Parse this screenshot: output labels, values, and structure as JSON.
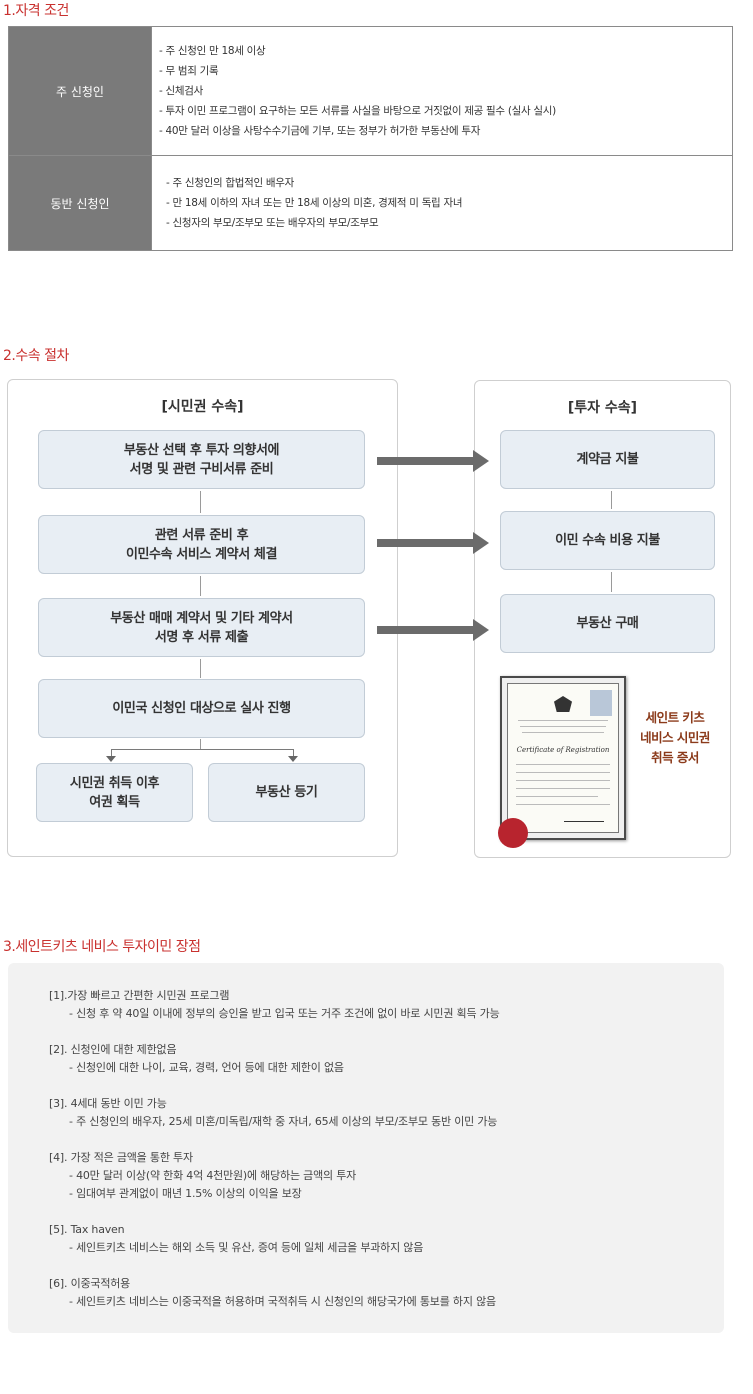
{
  "section1": {
    "title": "1.자격 조건",
    "rows": [
      {
        "label": "주 신청인",
        "lines": [
          "- 주 신청인 만 18세 이상",
          "- 무 범죄 기록",
          "- 신체검사",
          "- 투자 이민 프로그램이 요구하는 모든 서류를 사실을 바탕으로 거짓없이 제공 필수 (실사 실시)",
          "- 40만 달러 이상을 사탕수수기금에 기부, 또는 정부가 허가한 부동산에 투자"
        ]
      },
      {
        "label": "동반 신청인",
        "lines": [
          "- 주 신청인의 합법적인 배우자",
          "- 만 18세 이하의 자녀 또는 만 18세 이상의 미혼, 경제적 미 독립 자녀",
          "- 신청자의 부모/조부모 또는 배우자의 부모/조부모"
        ]
      }
    ]
  },
  "section2": {
    "title": "2.수속 절차",
    "left_title": "[시민권 수속]",
    "right_title": "[투자 수속]",
    "left_steps": [
      "부동산 선택 후 투자 의향서에\n서명 및 관련 구비서류 준비",
      "관련 서류 준비 후\n이민수속 서비스 계약서 체결",
      "부동산 매매 계약서 및 기타 계약서\n서명 후 서류 제출",
      "이민국 신청인 대상으로 실사 진행"
    ],
    "branch_left": "시민권 취득 이후\n여권 획득",
    "branch_right": "부동산 등기",
    "right_steps": [
      "계약금 지불",
      "이민 수속 비용 지불",
      "부동산 구매"
    ],
    "certificate_caption": "세인트 키츠\n네비스 시민권\n취득 증서",
    "certificate_title": "Certificate of Registration",
    "arrow_color": "#6b6b6b"
  },
  "section3": {
    "title": "3.세인트키츠 네비스 투자이민 장점",
    "items": [
      {
        "head": "[1].가장 빠르고 간편한 시민권 프로그램",
        "lines": [
          "- 신청 후 약 40일 이내에 정부의 승인을 받고 입국 또는 거주 조건에 없이 바로 시민권 획득 가능"
        ]
      },
      {
        "head": "[2]. 신청인에 대한 제한없음",
        "lines": [
          "- 신청인에 대한 나이, 교육, 경력, 언어 등에 대한 제한이 없음"
        ]
      },
      {
        "head": "[3]. 4세대 동반 이민 가능",
        "lines": [
          "- 주 신청인의 배우자, 25세 미혼/미독립/재학 중 자녀, 65세 이상의 부모/조부모 동반 이민 가능"
        ]
      },
      {
        "head": "[4]. 가장 적은 금액을 통한 투자",
        "lines": [
          "- 40만 달러 이상(약 한화 4억 4천만원)에 해당하는 금액의 투자",
          "- 임대여부 관계없이 매년 1.5% 이상의 이익을 보장"
        ]
      },
      {
        "head": "[5]. Tax haven",
        "lines": [
          "- 세인트키츠 네비스는 해외 소득 및 유산, 증여 등에 일체 세금을 부과하지 않음"
        ]
      },
      {
        "head": "[6]. 이중국적허용",
        "lines": [
          "- 세인트키츠 네비스는 이중국적을 허용하며 국적취득 시 신청인의 해당국가에 통보를 하지 않음"
        ]
      }
    ]
  }
}
